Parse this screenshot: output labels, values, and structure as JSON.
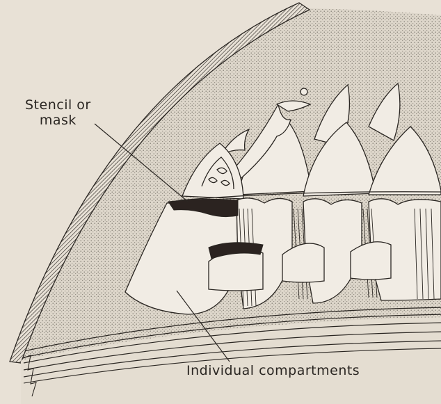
{
  "labels": {
    "stencil_line1": "Stencil or",
    "stencil_line2": "mask",
    "compartments": "Individual compartments"
  },
  "colors": {
    "paper": "#e8e1d6",
    "ink": "#2a2622",
    "stipple": "#8a857c",
    "fill_light": "#f1ece4",
    "fill_dark": "#2b2320"
  }
}
